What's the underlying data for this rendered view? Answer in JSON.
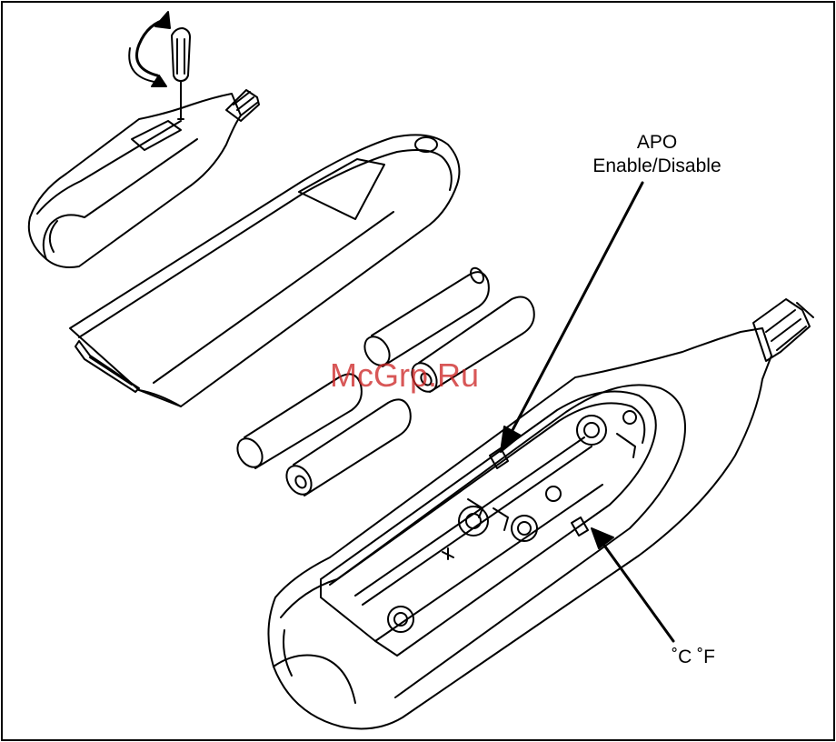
{
  "labels": {
    "apo_line1": "APO",
    "apo_line2": "Enable/Disable",
    "units": "˚C ˚F"
  },
  "watermark": "McGrp.Ru",
  "colors": {
    "line": "#000000",
    "background": "#ffffff",
    "watermark": "#cd2828"
  },
  "icons": [
    "screwdriver-icon",
    "rotation-arrow-icon"
  ]
}
